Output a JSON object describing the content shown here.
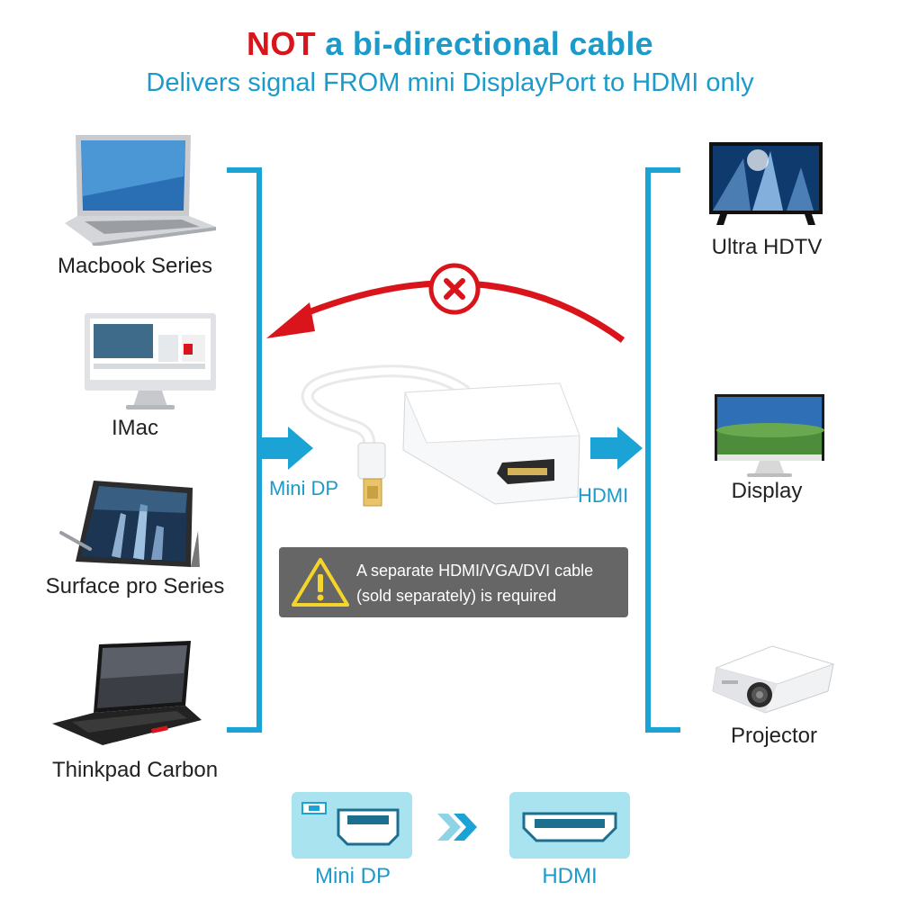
{
  "header": {
    "title_emphasis": "NOT",
    "title_rest": " a bi-directional cable",
    "subtitle": "Delivers signal FROM mini DisplayPort to HDMI only"
  },
  "left_devices": [
    {
      "label": "Macbook Series",
      "icon": "laptop-icon"
    },
    {
      "label": "IMac",
      "icon": "imac-icon"
    },
    {
      "label": "Surface pro Series",
      "icon": "tablet-icon"
    },
    {
      "label": "Thinkpad Carbon",
      "icon": "thinkpad-icon"
    }
  ],
  "right_devices": [
    {
      "label": "Ultra HDTV",
      "icon": "tv-icon"
    },
    {
      "label": "Display",
      "icon": "monitor-icon"
    },
    {
      "label": "Projector",
      "icon": "projector-icon"
    }
  ],
  "flow": {
    "input_label": "Mini DP",
    "output_label": "HDMI"
  },
  "warning": {
    "line1": "A separate HDMI/VGA/DVI cable",
    "line2": "(sold separately) is required"
  },
  "bottom": {
    "from_label": "Mini DP",
    "to_label": "HDMI"
  },
  "colors": {
    "accent_blue": "#1c9ac9",
    "warning_red": "#d9141b",
    "warning_box": "#666666",
    "bracket_blue": "#1aa3d4"
  }
}
